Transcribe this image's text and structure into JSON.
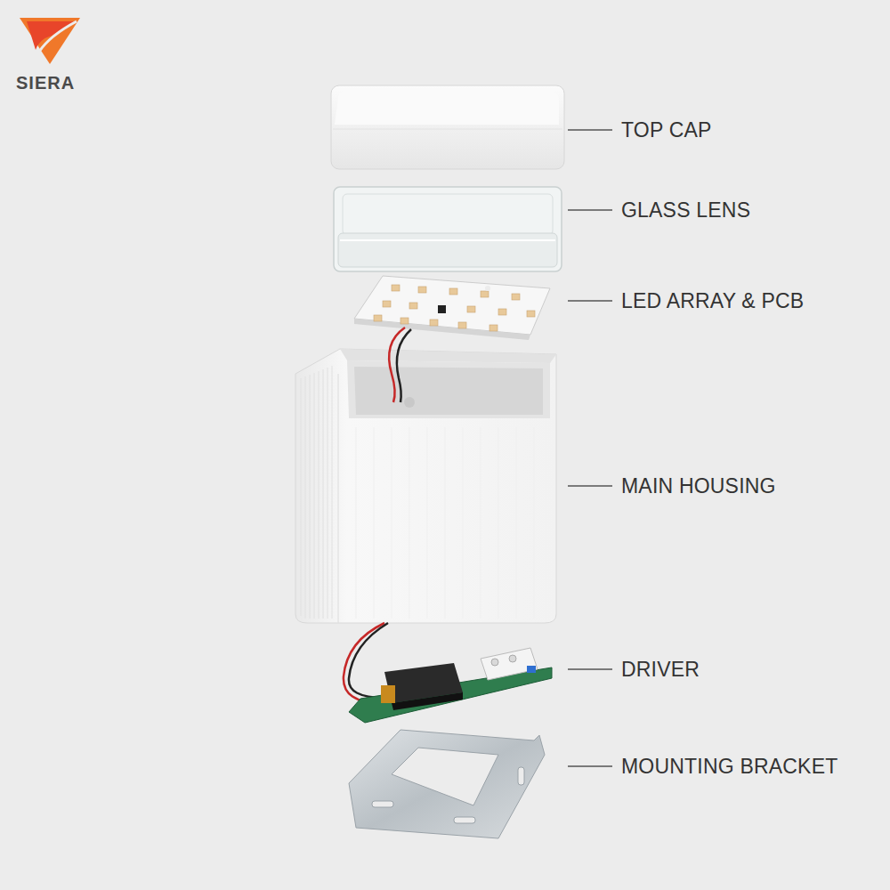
{
  "diagram": {
    "labels": [
      "SIERA",
      "TOP CAP",
      "GLASS LENS",
      "LED ARRAY & PCB",
      "MAIN HOUSING",
      "DRIVER",
      "MOUNTING BRACKET"
    ]
  }
}
